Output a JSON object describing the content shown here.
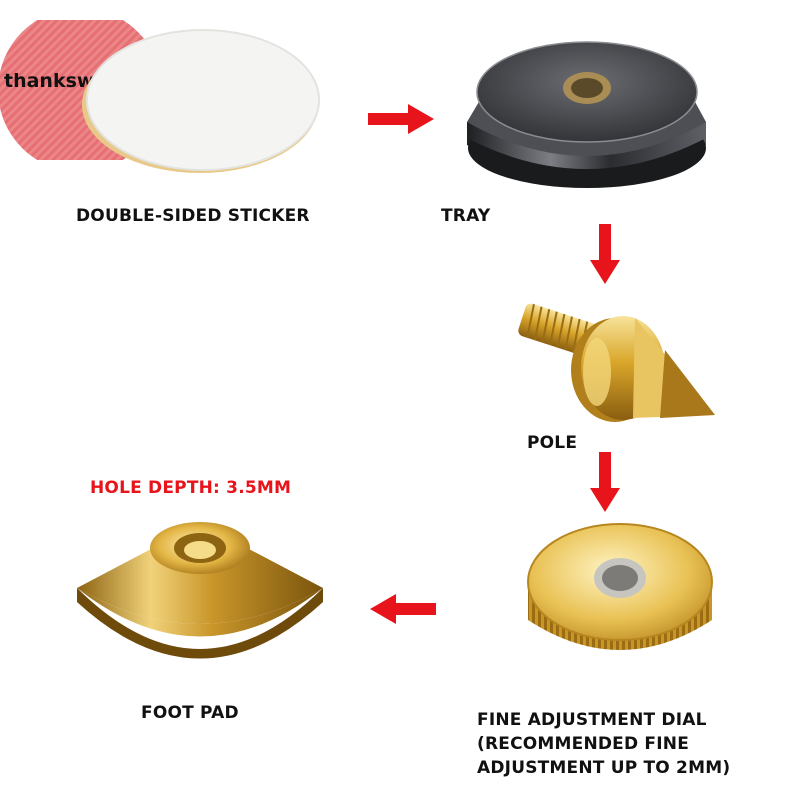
{
  "watermark": {
    "text": "thankswin.th",
    "bg_color": "#e56f72"
  },
  "labels": {
    "sticker": "DOUBLE-SIDED STICKER",
    "tray": "TRAY",
    "pole": "POLE",
    "hole_depth": "HOLE DEPTH: 3.5MM",
    "foot_pad": "FOOT PAD",
    "dial_line1": "FINE ADJUSTMENT DIAL",
    "dial_line2": "(RECOMMENDED FINE",
    "dial_line3": "ADJUSTMENT UP TO 2MM)"
  },
  "colors": {
    "arrow": "#e8141b",
    "gold": "#d9a62a",
    "gunmetal": "#3a3c40",
    "text": "#111111"
  }
}
